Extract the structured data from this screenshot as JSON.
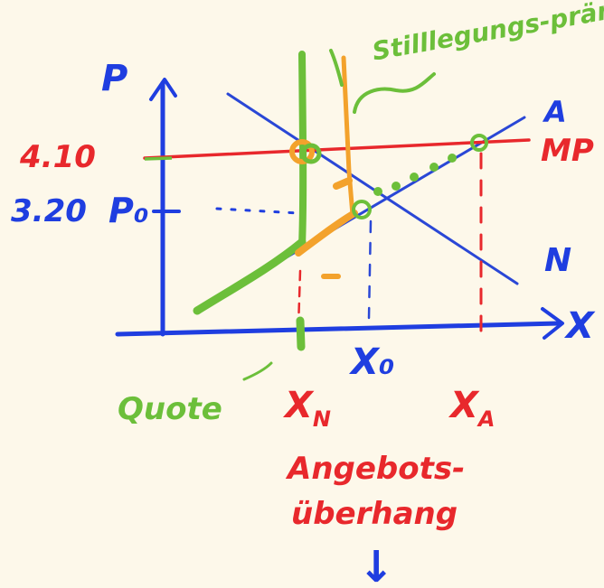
{
  "labels": {
    "top_annotation": "Stilllegungs-prämie",
    "p_axis": "P",
    "x_axis": "X",
    "price_high": "4.10",
    "price_low": "3.20",
    "p0": "P₀",
    "supply": "A",
    "demand": "N",
    "min_price": "MP",
    "x0": "X₀",
    "xn": "X",
    "xn_sub": "N",
    "xa": "X",
    "xa_sub": "A",
    "quota": "Quote",
    "surplus_line1": "Angebots-",
    "surplus_line2": "überhang",
    "down_arrow": "↓"
  },
  "colors": {
    "axes": "#1f3ee0",
    "supply_demand": "#2a47d6",
    "min_price": "#e8282c",
    "green": "#6cbf3a",
    "orange": "#f3a22c",
    "red_text": "#e8282c",
    "blue_text": "#1f3ee0",
    "green_text": "#6cbf3a"
  }
}
